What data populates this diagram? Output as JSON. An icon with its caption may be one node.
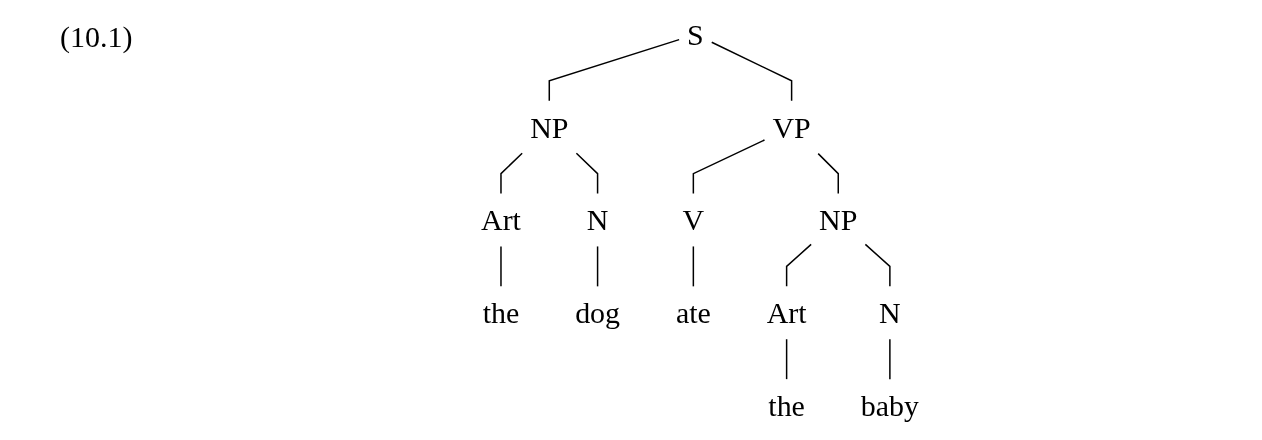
{
  "diagram": {
    "nodes": [
      {
        "text": [
          "S"
        ]
      },
      {
        "text": [
          "NP"
        ]
      },
      {
        "text": [
          "VP"
        ]
      },
      {
        "text": [
          "V"
        ]
      },
      {
        "text": [
          "NP"
        ]
      },
      {
        "text": [
          "Art"
        ]
      },
      {
        "text": [
          "N"
        ]
      },
      {
        "text": [
          "Art"
        ]
      },
      {
        "text": [
          "N"
        ]
      },
      {
        "text": [
          "the"
        ]
      },
      {
        "text": [
          "dog"
        ]
      },
      {
        "text": [
          "ate"
        ]
      },
      {
        "text": [
          "the"
        ]
      },
      {
        "text": [
          "baby"
        ]
      }
    ],
    "edges": [
      {
        "from": 0,
        "to": 1,
        "arrow": "none"
      },
      {
        "from": 0,
        "to": 2,
        "arrow": "none"
      },
      {
        "from": 1,
        "to": 5,
        "arrow": "none"
      },
      {
        "from": 1,
        "to": 6,
        "arrow": "none"
      },
      {
        "from": 2,
        "to": 3,
        "arrow": "none"
      },
      {
        "from": 2,
        "to": 4,
        "arrow": "none"
      },
      {
        "from": 4,
        "to": 7,
        "arrow": "none"
      },
      {
        "from": 4,
        "to": 8,
        "arrow": "none"
      },
      {
        "from": 5,
        "to": 9,
        "arrow": "none"
      },
      {
        "from": 6,
        "to": 10,
        "arrow": "none"
      },
      {
        "from": 3,
        "to": 11,
        "arrow": "none"
      },
      {
        "from": 7,
        "to": 12,
        "arrow": "none"
      },
      {
        "from": 8,
        "to": 13,
        "arrow": "none"
      }
    ],
    "labels": [
      "(10.1)"
    ]
  }
}
